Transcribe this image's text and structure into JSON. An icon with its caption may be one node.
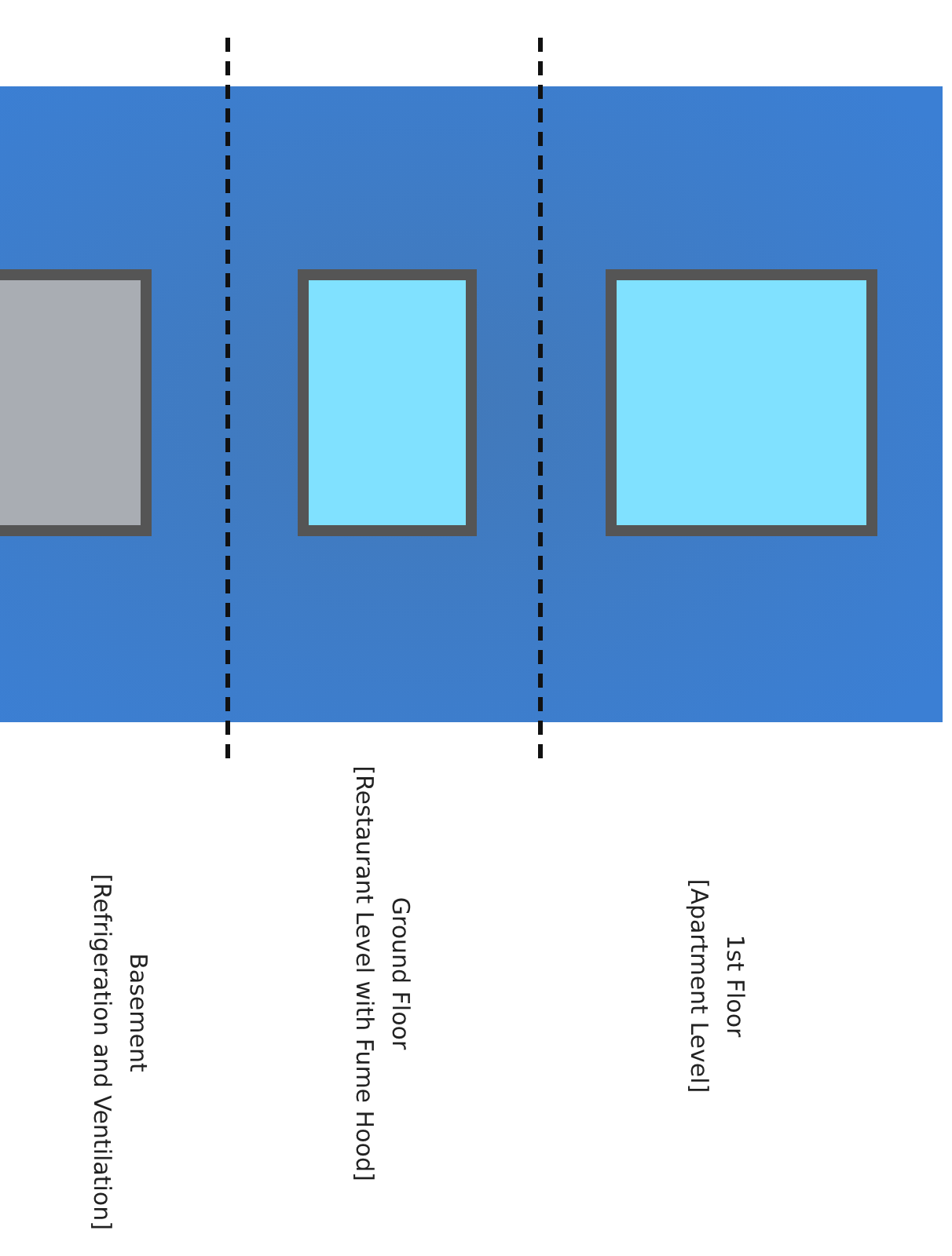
{
  "diagram": {
    "labels": [
      "Basement",
      "[Refrigeration and Ventilation]",
      "Ground Floor",
      "[Restaurant Level with Fume Hood]",
      "1st Floor",
      "[Apartment Level]"
    ]
  }
}
